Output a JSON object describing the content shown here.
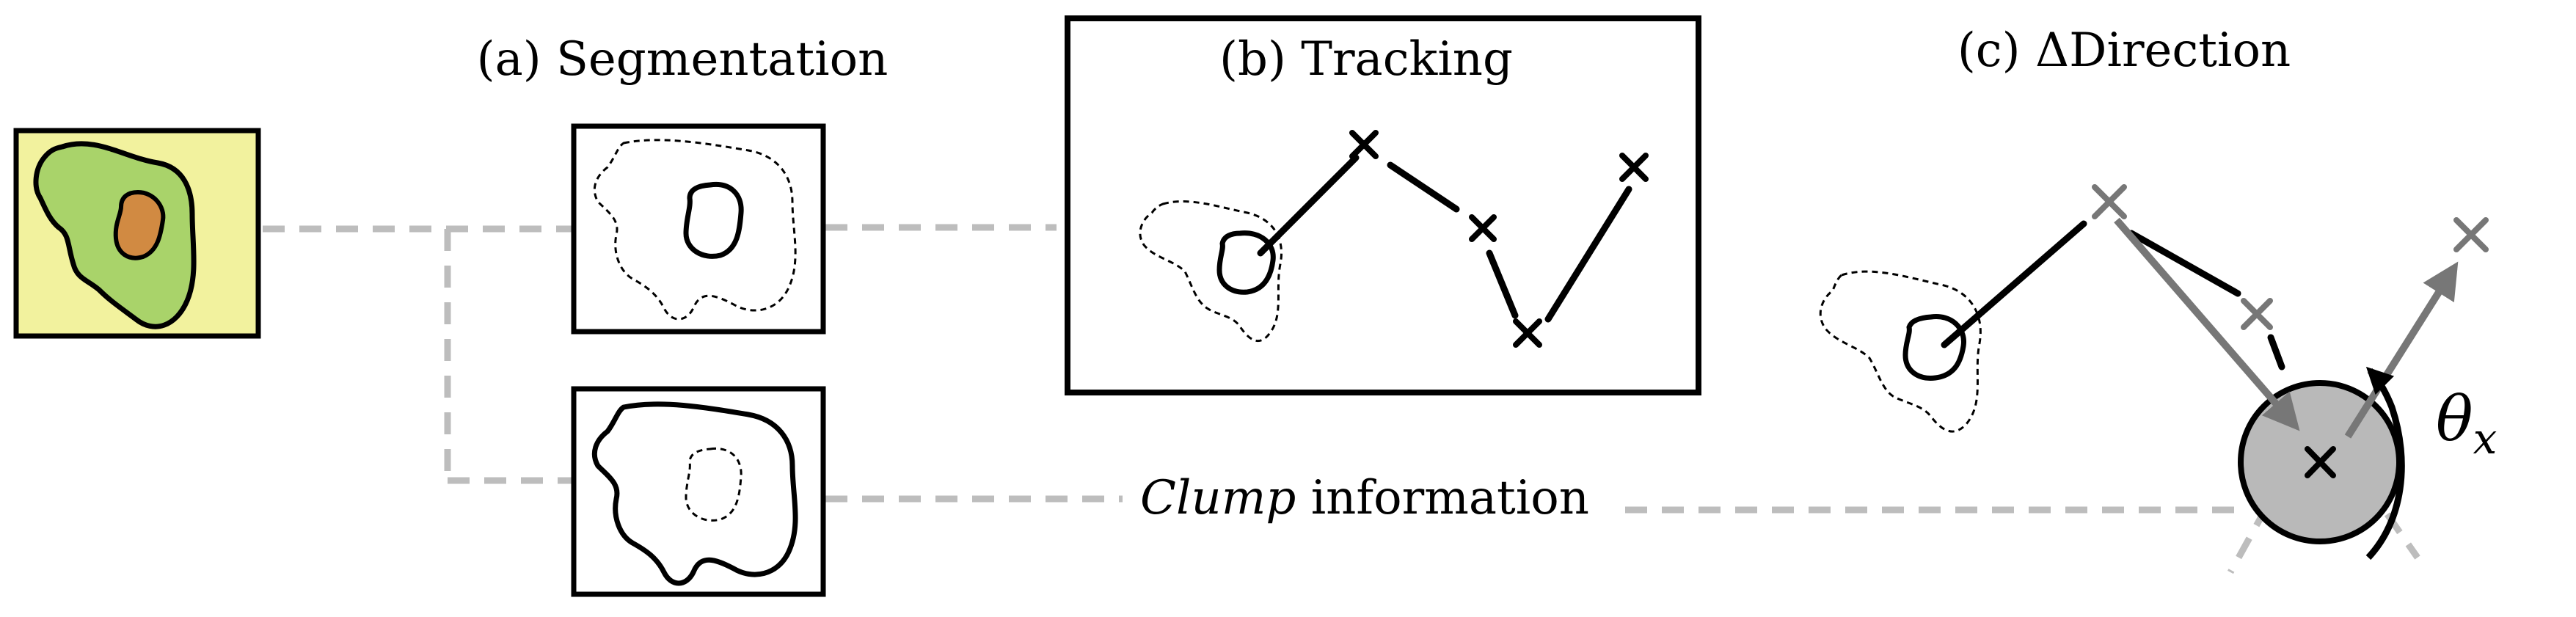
{
  "labels": {
    "segmentation": "(a) Segmentation",
    "tracking": "(b) Tracking",
    "direction": "(c) ΔDirection",
    "clump_italic": "Clump",
    "clump_rest": " information",
    "theta_symbol": "θ",
    "theta_subscript": "x"
  },
  "colors": {
    "thumbnail_bg": "#f2f29e",
    "cell_fill": "#a9d36a",
    "nucleus_fill": "#d18a42",
    "connector": "#bdbdbd",
    "ink": "#000000",
    "gray_ink": "#777777",
    "circle_fill": "#b9b9b9"
  },
  "icons": [
    "cross-marker-icon",
    "arrow-head-icon",
    "curved-arrow-icon"
  ]
}
